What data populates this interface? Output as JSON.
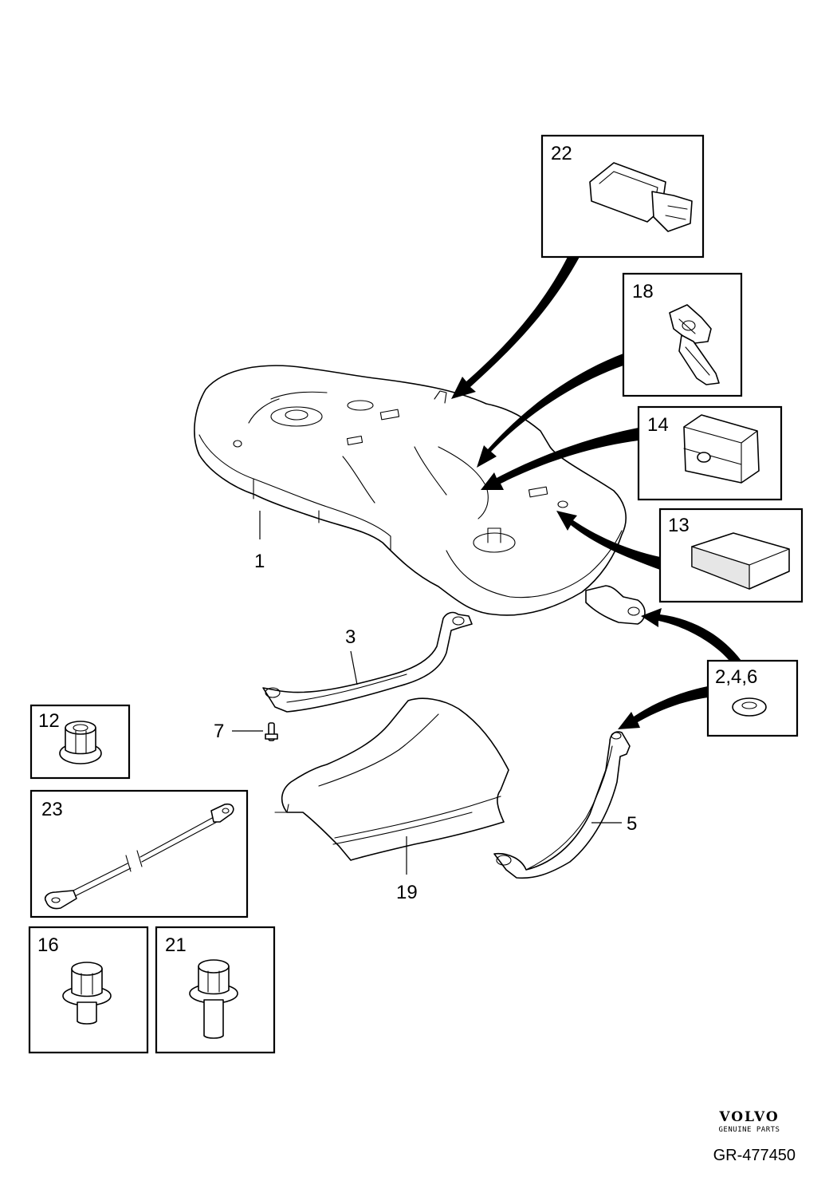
{
  "diagram": {
    "callouts": {
      "c1": "1",
      "c3": "3",
      "c5": "5",
      "c7": "7",
      "c19": "19"
    },
    "inset_boxes": {
      "b22": "22",
      "b18": "18",
      "b14": "14",
      "b13": "13",
      "b246": "2,4,6",
      "b12": "12",
      "b23": "23",
      "b16": "16",
      "b21": "21"
    }
  },
  "brand": {
    "logo_text": "VOLVO",
    "tagline": "GENUINE PARTS"
  },
  "reference": "GR-477450"
}
